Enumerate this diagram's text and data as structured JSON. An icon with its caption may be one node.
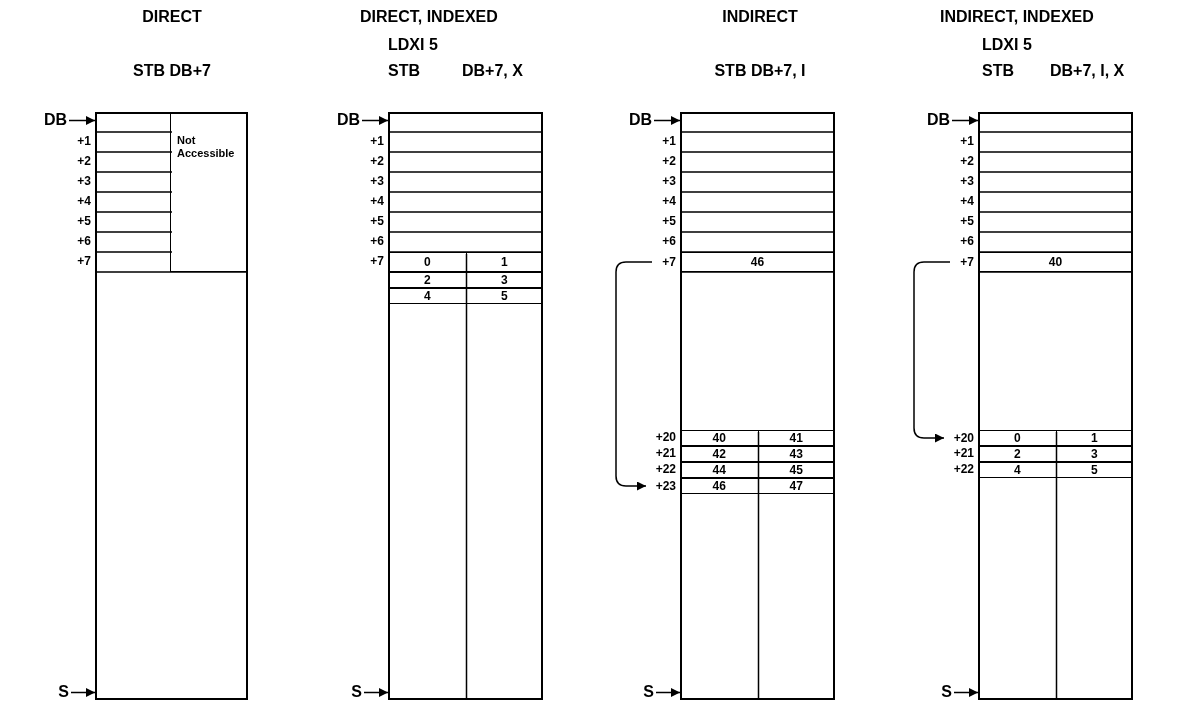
{
  "diagram": {
    "nodes": [
      {
        "text": [
          "DB"
        ]
      },
      {
        "text": [],
        "shape": "box"
      },
      {
        "text": [
          "Not Accessible"
        ],
        "in": 1
      },
      {
        "text": [
          "S"
        ]
      },
      {
        "text": [
          "DB"
        ]
      },
      {
        "text": [],
        "shape": "box"
      },
      {
        "text": [
          "0"
        ],
        "in": 5
      },
      {
        "text": [
          "1"
        ],
        "in": 5
      },
      {
        "text": [
          "2"
        ],
        "in": 5
      },
      {
        "text": [
          "3"
        ],
        "in": 5
      },
      {
        "text": [
          "4"
        ],
        "in": 5
      },
      {
        "text": [
          "5"
        ],
        "in": 5
      },
      {
        "text": [
          "S"
        ]
      },
      {
        "text": [
          "DB"
        ]
      },
      {
        "text": [],
        "shape": "box"
      },
      {
        "text": [
          "+7"
        ]
      },
      {
        "text": [
          "46"
        ],
        "in": 14
      },
      {
        "text": [
          "40"
        ],
        "in": 14
      },
      {
        "text": [
          "41"
        ],
        "in": 14
      },
      {
        "text": [
          "42"
        ],
        "in": 14
      },
      {
        "text": [
          "43"
        ],
        "in": 14
      },
      {
        "text": [
          "44"
        ],
        "in": 14
      },
      {
        "text": [
          "45"
        ],
        "in": 14
      },
      {
        "text": [
          "46"
        ],
        "in": 14
      },
      {
        "text": [
          "47"
        ],
        "in": 14
      },
      {
        "text": [
          "+23"
        ]
      },
      {
        "text": [
          "S"
        ]
      },
      {
        "text": [
          "DB"
        ]
      },
      {
        "text": [],
        "shape": "box"
      },
      {
        "text": [
          "+7"
        ]
      },
      {
        "text": [
          "40"
        ],
        "in": 28
      },
      {
        "text": [
          "+20"
        ]
      },
      {
        "text": [
          "0"
        ],
        "in": 28
      },
      {
        "text": [
          "1"
        ],
        "in": 28
      },
      {
        "text": [
          "2"
        ],
        "in": 28
      },
      {
        "text": [
          "3"
        ],
        "in": 28
      },
      {
        "text": [
          "4"
        ],
        "in": 28
      },
      {
        "text": [
          "5"
        ],
        "in": 28
      },
      {
        "text": [
          "S"
        ]
      }
    ],
    "edges": [
      {
        "from": 0,
        "to": 1,
        "arrow": "to"
      },
      {
        "from": 3,
        "to": 1,
        "arrow": "to"
      },
      {
        "from": 4,
        "to": 5,
        "arrow": "to"
      },
      {
        "from": 12,
        "to": 5,
        "arrow": "to"
      },
      {
        "from": 13,
        "to": 14,
        "arrow": "to"
      },
      {
        "from": 26,
        "to": 14,
        "arrow": "to"
      },
      {
        "from": 15,
        "to": 25,
        "arrow": "to"
      },
      {
        "from": 27,
        "to": 28,
        "arrow": "to"
      },
      {
        "from": 38,
        "to": 28,
        "arrow": "to"
      },
      {
        "from": 29,
        "to": 31,
        "arrow": "to"
      }
    ],
    "labels": [
      "DIRECT",
      "STB DB+7",
      "+1",
      "+2",
      "+3",
      "+4",
      "+5",
      "+6",
      "+7",
      "DIRECT, INDEXED",
      "LDXI 5",
      "STB",
      "DB+7, X",
      "+1",
      "+2",
      "+3",
      "+4",
      "+5",
      "+6",
      "+7",
      "INDIRECT",
      "STB DB+7, I",
      "+1",
      "+2",
      "+3",
      "+4",
      "+5",
      "+6",
      "+20",
      "+21",
      "+22",
      "INDIRECT, INDEXED",
      "LDXI 5",
      "STB",
      "DB+7, I, X",
      "+1",
      "+2",
      "+3",
      "+4",
      "+5",
      "+6",
      "+21",
      "+22"
    ]
  }
}
